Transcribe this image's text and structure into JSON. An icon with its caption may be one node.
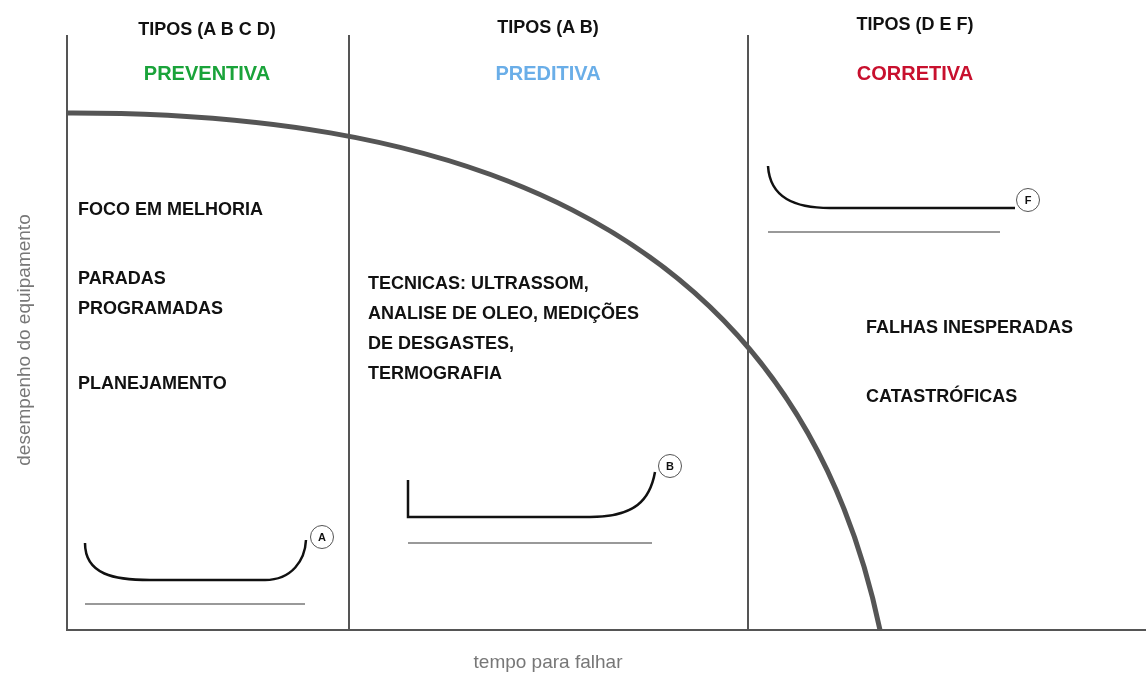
{
  "diagram": {
    "labels": [
      "TIPOS (A B C D)",
      "TIPOS (A B)",
      "TIPOS (D E F)",
      "PREVENTIVA",
      "PREDITIVA",
      "CORRETIVA",
      "FOCO EM MELHORIA",
      "PARADAS PROGRAMADAS",
      "PLANEJAMENTO",
      "TECNICAS: ULTRASSOM, ANALISE DE OLEO, MEDIÇÕES DE DESGASTES, TERMOGRAFIA",
      "FALHAS INESPERADAS",
      "CATASTRÓFICAS",
      "F",
      "B",
      "A",
      "desempenho do equipamento",
      "tempo para falhar"
    ]
  }
}
